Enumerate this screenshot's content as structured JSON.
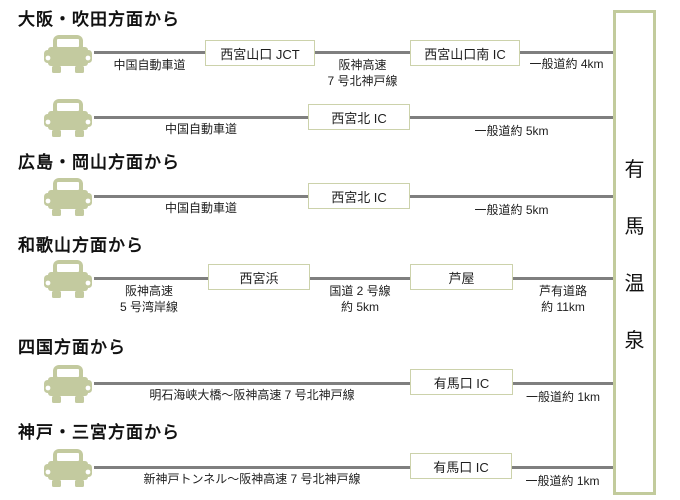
{
  "destination": {
    "name": "有馬温泉",
    "chars": [
      "有",
      "馬",
      "温",
      "泉"
    ]
  },
  "colors": {
    "accent_green": "#c3ca9f",
    "box_border_green": "#ccd2ab",
    "line_gray": "#7f7f7f",
    "text": "#1d1d1d"
  },
  "icons": {
    "car": "car-icon"
  },
  "sections": [
    {
      "heading": "大阪・吹田方面から",
      "routes": [
        {
          "segments": [
            {
              "kind": "road",
              "label": "中国自動車道"
            },
            {
              "kind": "node",
              "label": "西宮山口 JCT"
            },
            {
              "kind": "road",
              "label": "阪神高速",
              "label2": "7 号北神戸線"
            },
            {
              "kind": "node",
              "label": "西宮山口南 IC"
            },
            {
              "kind": "road",
              "label": "一般道約 4km"
            }
          ]
        },
        {
          "segments": [
            {
              "kind": "road",
              "label": "中国自動車道"
            },
            {
              "kind": "node",
              "label": "西宮北 IC"
            },
            {
              "kind": "road",
              "label": "一般道約 5km"
            }
          ]
        }
      ]
    },
    {
      "heading": "広島・岡山方面から",
      "routes": [
        {
          "segments": [
            {
              "kind": "road",
              "label": "中国自動車道"
            },
            {
              "kind": "node",
              "label": "西宮北 IC"
            },
            {
              "kind": "road",
              "label": "一般道約 5km"
            }
          ]
        }
      ]
    },
    {
      "heading": "和歌山方面から",
      "routes": [
        {
          "segments": [
            {
              "kind": "road",
              "label": "阪神高速",
              "label2": "5 号湾岸線"
            },
            {
              "kind": "node",
              "label": "西宮浜"
            },
            {
              "kind": "road",
              "label": "国道 2 号線",
              "label2": "約 5km"
            },
            {
              "kind": "node",
              "label": "芦屋"
            },
            {
              "kind": "road",
              "label": "芦有道路",
              "label2": "約 11km"
            }
          ]
        }
      ]
    },
    {
      "heading": "四国方面から",
      "routes": [
        {
          "segments": [
            {
              "kind": "road",
              "label": "明石海峡大橋〜阪神高速 7 号北神戸線"
            },
            {
              "kind": "node",
              "label": "有馬口 IC"
            },
            {
              "kind": "road",
              "label": "一般道約 1km"
            }
          ]
        }
      ]
    },
    {
      "heading": "神戸・三宮方面から",
      "routes": [
        {
          "segments": [
            {
              "kind": "road",
              "label": "新神戸トンネル〜阪神高速 7 号北神戸線"
            },
            {
              "kind": "node",
              "label": "有馬口 IC"
            },
            {
              "kind": "road",
              "label": "一般道約 1km"
            }
          ]
        }
      ]
    }
  ]
}
